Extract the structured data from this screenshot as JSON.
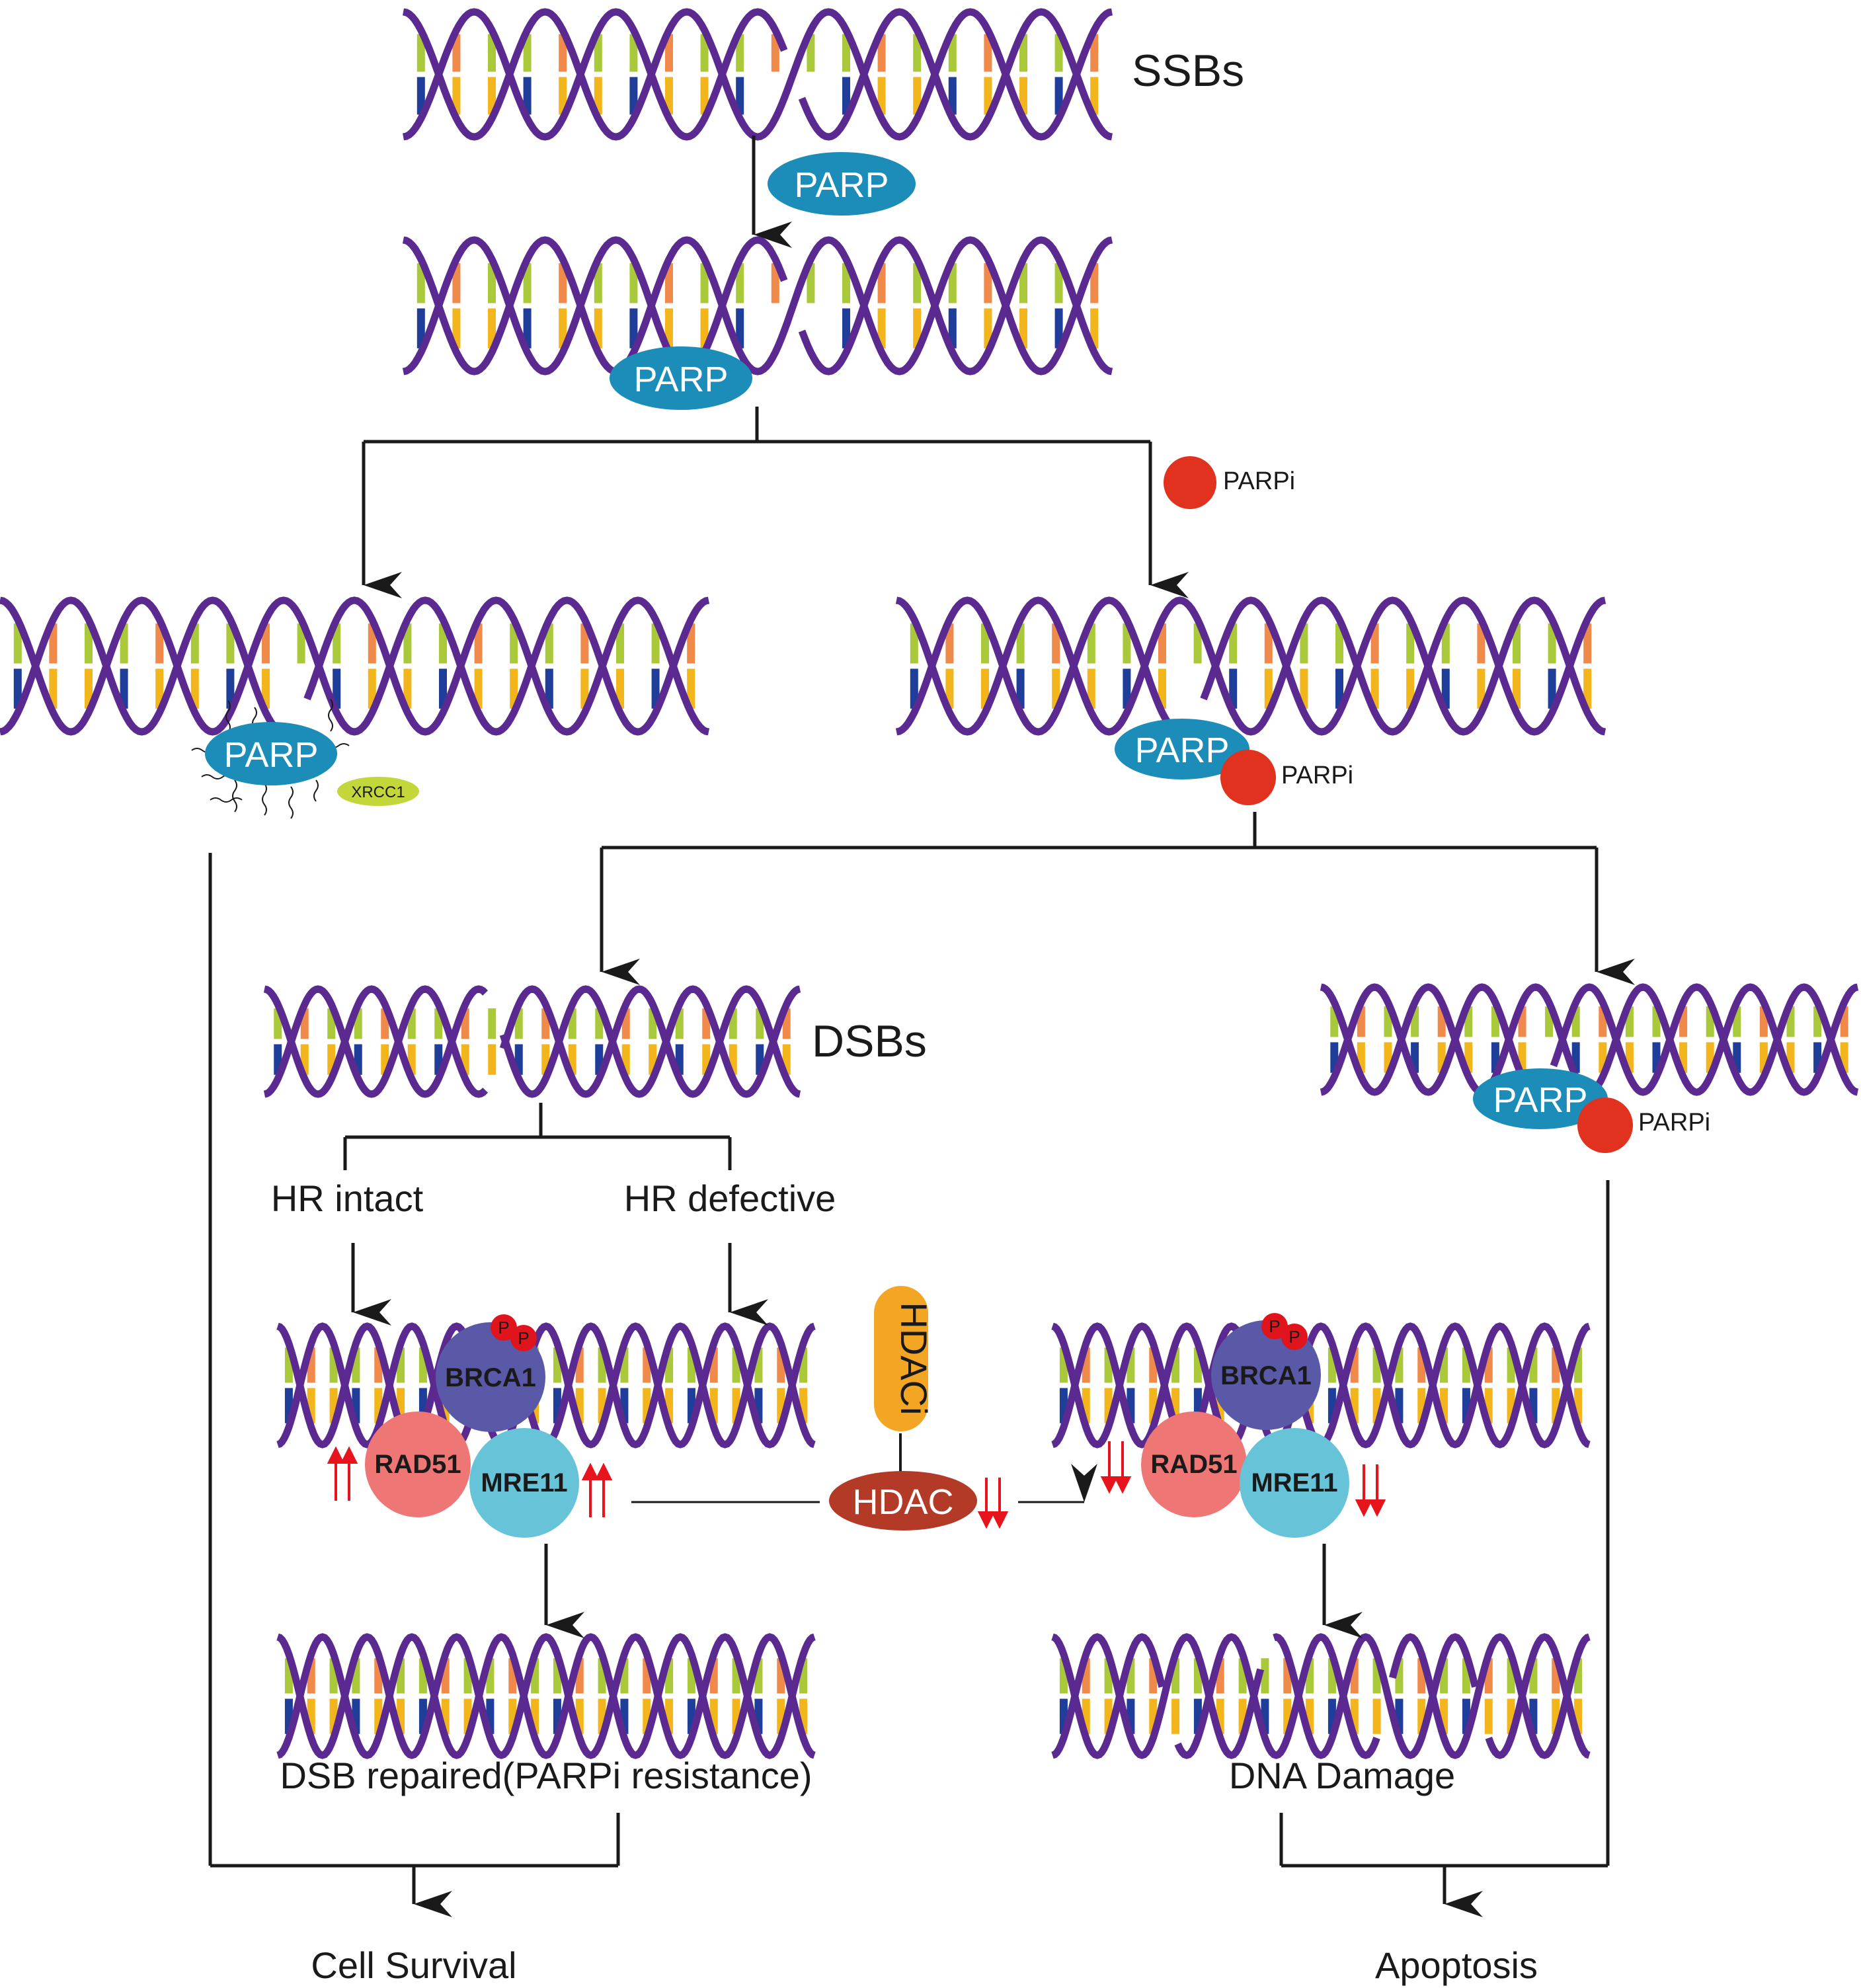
{
  "labels": {
    "ssbs": "SSBs",
    "parp_free": "PARP",
    "parp_bound": "PARP",
    "parp_left": "PARP",
    "xrcc1": "XRCC1",
    "parpi_top": "PARPi",
    "parp_right": "PARP",
    "parpi_right": "PARPi",
    "dsbs": "DSBs",
    "parp_far": "PARP",
    "parpi_far": "PARPi",
    "hr_intact": "HR intact",
    "hr_defective": "HR defective",
    "brca1_left": "BRCA1",
    "rad51_left": "RAD51",
    "mre11_left": "MRE11",
    "brca1_right": "BRCA1",
    "rad51_right": "RAD51",
    "mre11_right": "MRE11",
    "p1": "P",
    "p2": "P",
    "p3": "P",
    "p4": "P",
    "hdaci": "HDACi",
    "hdac": "HDAC",
    "dsb_repaired": "DSB repaired(PARPi resistance)",
    "dna_damage": "DNA Damage",
    "cell_survival": "Cell Survival",
    "apoptosis": "Apoptosis"
  },
  "colors": {
    "backbone": "#5b2a90",
    "rung_green": "#a9c93a",
    "rung_orange": "#f08a4b",
    "rung_blue": "#1f3e9a",
    "rung_yellow": "#f2b51c",
    "parp": "#1c8cb8",
    "parpi": "#e0321f",
    "xrcc1": "#c3d63a",
    "brca1": "#5a59a8",
    "rad51": "#ee7675",
    "mre11": "#67c4d8",
    "hdac": "#b23a26",
    "hdaci": "#f2a623",
    "phospho": "#e0141d",
    "up_down_arrow": "#e8141d"
  },
  "icons": {
    "up_arrows": "double-up-arrow",
    "down_arrows": "double-down-arrow",
    "inhibition": "t-bar-inhibition"
  }
}
